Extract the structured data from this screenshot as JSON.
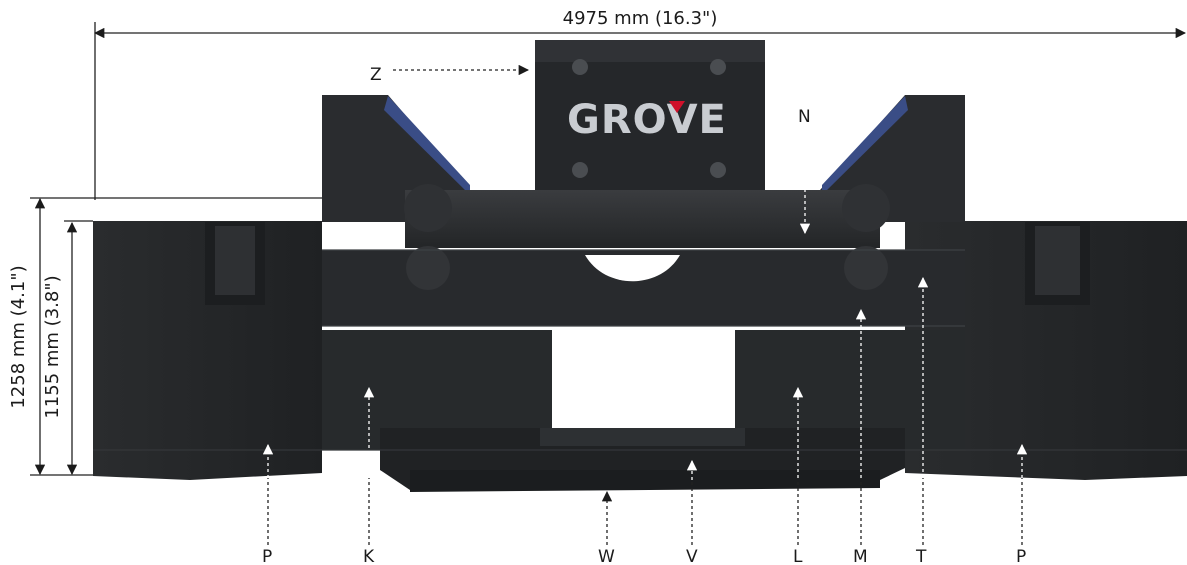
{
  "dimensions": {
    "width_label": "4975 mm (16.3\")",
    "height_outer_label": "1258 mm (4.1\")",
    "height_inner_label": "1155 mm (3.8\")"
  },
  "brand": {
    "text": "GROVE",
    "accent_color": "#d0102a"
  },
  "callouts": {
    "Z": "Z",
    "N": "N",
    "P_left": "P",
    "K": "K",
    "W": "W",
    "V": "V",
    "L": "L",
    "M": "M",
    "T": "T",
    "P_right": "P"
  },
  "colors": {
    "body": "#2b2d2f",
    "body_dark": "#1d1f21",
    "edge": "#3c3f42",
    "panel_blue": "#3a4d86"
  }
}
